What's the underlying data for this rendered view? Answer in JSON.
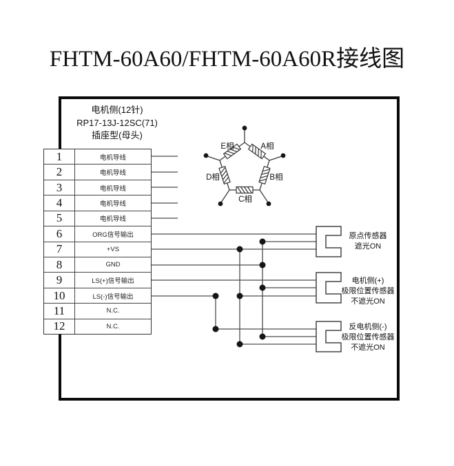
{
  "title": "FHTM-60A60/FHTM-60A60R接线图",
  "connector": {
    "line1": "电机侧(12针)",
    "line2": "RP17-13J-12SC(71)",
    "line3": "插座型(母头)"
  },
  "pins": [
    {
      "no": "1",
      "label": "电机导线"
    },
    {
      "no": "2",
      "label": "电机导线"
    },
    {
      "no": "3",
      "label": "电机导线"
    },
    {
      "no": "4",
      "label": "电机导线"
    },
    {
      "no": "5",
      "label": "电机导线"
    },
    {
      "no": "6",
      "label": "ORG信号输出"
    },
    {
      "no": "7",
      "label": "+VS"
    },
    {
      "no": "8",
      "label": "GND"
    },
    {
      "no": "9",
      "label": "LS(+)信号输出"
    },
    {
      "no": "10",
      "label": "LS(-)信号输出"
    },
    {
      "no": "11",
      "label": "N.C."
    },
    {
      "no": "12",
      "label": "N.C."
    }
  ],
  "motor": {
    "phases": {
      "a": "A相",
      "b": "B相",
      "c": "C相",
      "d": "D相",
      "e": "E相"
    }
  },
  "sensors": [
    {
      "lines": [
        "原点传感器",
        "遮光ON"
      ]
    },
    {
      "lines": [
        "电机侧(+)",
        "极限位置传感器",
        "不遮光ON"
      ]
    },
    {
      "lines": [
        "反电机侧(-)",
        "极限位置传感器",
        "不遮光ON"
      ]
    }
  ],
  "colors": {
    "wire": "#4a4a4a",
    "symbol": "#3a3a3a",
    "dot": "#161616",
    "frame": "#0a0a0a"
  }
}
